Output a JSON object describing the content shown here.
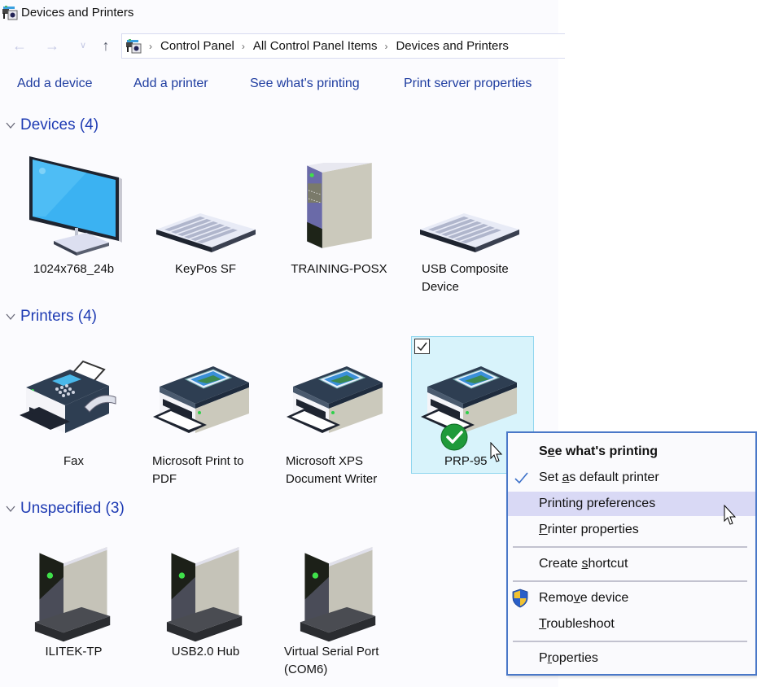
{
  "window": {
    "title": "Devices and Printers",
    "icon": "devices-and-printers-icon"
  },
  "nav": {
    "back_icon": "←",
    "forward_icon": "→",
    "recent_icon": "∨",
    "up_icon": "↑",
    "breadcrumb": [
      "Control Panel",
      "All Control Panel Items",
      "Devices and Printers"
    ],
    "breadcrumb_separator": "›"
  },
  "commands": [
    {
      "label": "Add a device"
    },
    {
      "label": "Add a printer"
    },
    {
      "label": "See what's printing"
    },
    {
      "label": "Print server properties"
    }
  ],
  "groups": {
    "devices": {
      "label": "Devices (4)",
      "items": [
        {
          "name": "1024x768_24b",
          "icon": "monitor-icon"
        },
        {
          "name": "KeyPos SF",
          "icon": "keyboard-icon"
        },
        {
          "name": "TRAINING-POSX",
          "icon": "computer-tower-icon"
        },
        {
          "name": "USB Composite Device",
          "name_line1": "USB Composite",
          "name_line2": "Device",
          "icon": "keyboard-icon"
        }
      ]
    },
    "printers": {
      "label": "Printers (4)",
      "items": [
        {
          "name": "Fax",
          "icon": "fax-icon"
        },
        {
          "name": "Microsoft Print to PDF",
          "name_line1": "Microsoft Print to",
          "name_line2": "PDF",
          "icon": "printer-icon"
        },
        {
          "name": "Microsoft XPS Document Writer",
          "name_line1": "Microsoft XPS",
          "name_line2": "Document Writer",
          "icon": "printer-icon"
        },
        {
          "name": "PRP-95...",
          "name_visible": "PRP-95",
          "icon": "printer-icon",
          "selected": true,
          "default": true
        }
      ]
    },
    "unspecified": {
      "label": "Unspecified (3)",
      "items": [
        {
          "name": "ILITEK-TP",
          "icon": "generic-device-icon"
        },
        {
          "name": "USB2.0 Hub",
          "icon": "generic-device-icon"
        },
        {
          "name": "Virtual Serial Port (COM6)",
          "name_line1": "Virtual Serial Port",
          "name_line2": "(COM6)",
          "icon": "generic-device-icon"
        }
      ]
    }
  },
  "context_menu": {
    "items": [
      {
        "label": "See what's printing",
        "pre": "S",
        "ul": "e",
        "post": "e what's printing",
        "bold": true
      },
      {
        "label": "Set as default printer",
        "pre": "Set ",
        "ul": "a",
        "post": "s default printer",
        "checked": true
      },
      {
        "label": "Printing preferences",
        "pre": "Printin",
        "ul": "g",
        "post": " preferences",
        "hover": true
      },
      {
        "label": "Printer properties",
        "pre": "",
        "ul": "P",
        "post": "rinter properties"
      },
      {
        "label": "Create shortcut",
        "pre": "Create ",
        "ul": "s",
        "post": "hortcut"
      },
      {
        "label": "Remove device",
        "pre": "Remo",
        "ul": "v",
        "post": "e device",
        "shield": true
      },
      {
        "label": "Troubleshoot",
        "pre": "",
        "ul": "T",
        "post": "roubleshoot"
      },
      {
        "label": "Properties",
        "pre": "P",
        "ul": "r",
        "post": "operties"
      }
    ]
  },
  "colors": {
    "link": "#1f3da0",
    "group_header": "#1e3bb3",
    "selection_fill": "#d8f3fb",
    "selection_border": "#8fd6ef",
    "menu_border": "#4a78c8",
    "menu_hover": "#d9d9f5",
    "default_badge": "#1f9a3a"
  }
}
